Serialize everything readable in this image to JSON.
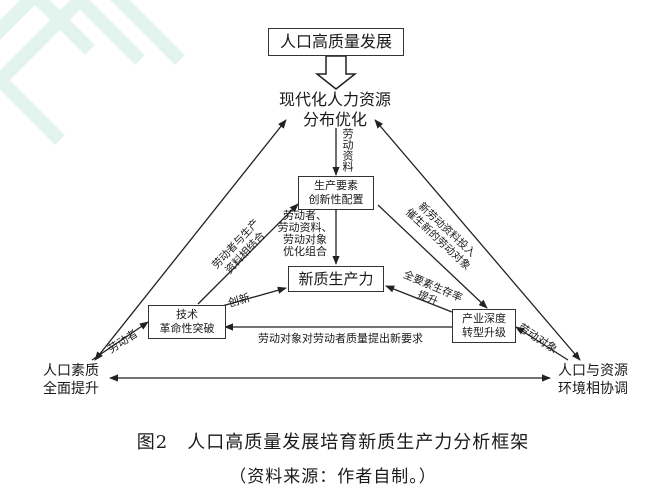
{
  "nodes": {
    "top_box": "人口高质量发展",
    "optimization_line1": "现代化人力资源",
    "optimization_line2": "分布优化",
    "factors_line1": "生产要素",
    "factors_line2": "创新性配置",
    "center": "新质生产力",
    "tech_line1": "技术",
    "tech_line2": "革命性突破",
    "industry_line1": "产业深度",
    "industry_line2": "转型升级",
    "quality_line1": "人口素质",
    "quality_line2": "全面提升",
    "env_line1": "人口与资源",
    "env_line2": "环境相协调"
  },
  "edge_labels": {
    "labor_material": "劳动资料",
    "combo_line1": "劳动者、",
    "combo_line2": "劳动资料、",
    "combo_line3": "劳动对象",
    "combo_line4": "优化组合",
    "worker_match_line1": "劳动者与生产",
    "worker_match_line2": "资料相结合",
    "new_material_line1": "新劳动资料投入",
    "new_material_line2": "催生新的劳动对象",
    "all_factors_line1": "全要素生存率",
    "all_factors_line2": "提升",
    "innovation": "创新",
    "laborer": "劳动者",
    "labor_object": "劳动对象",
    "new_requirements": "劳动对象对劳动者质量提出新要求"
  },
  "caption": {
    "title": "图2　人口高质量发展培育新质生产力分析框架",
    "source": "（资料来源：作者自制。）"
  }
}
